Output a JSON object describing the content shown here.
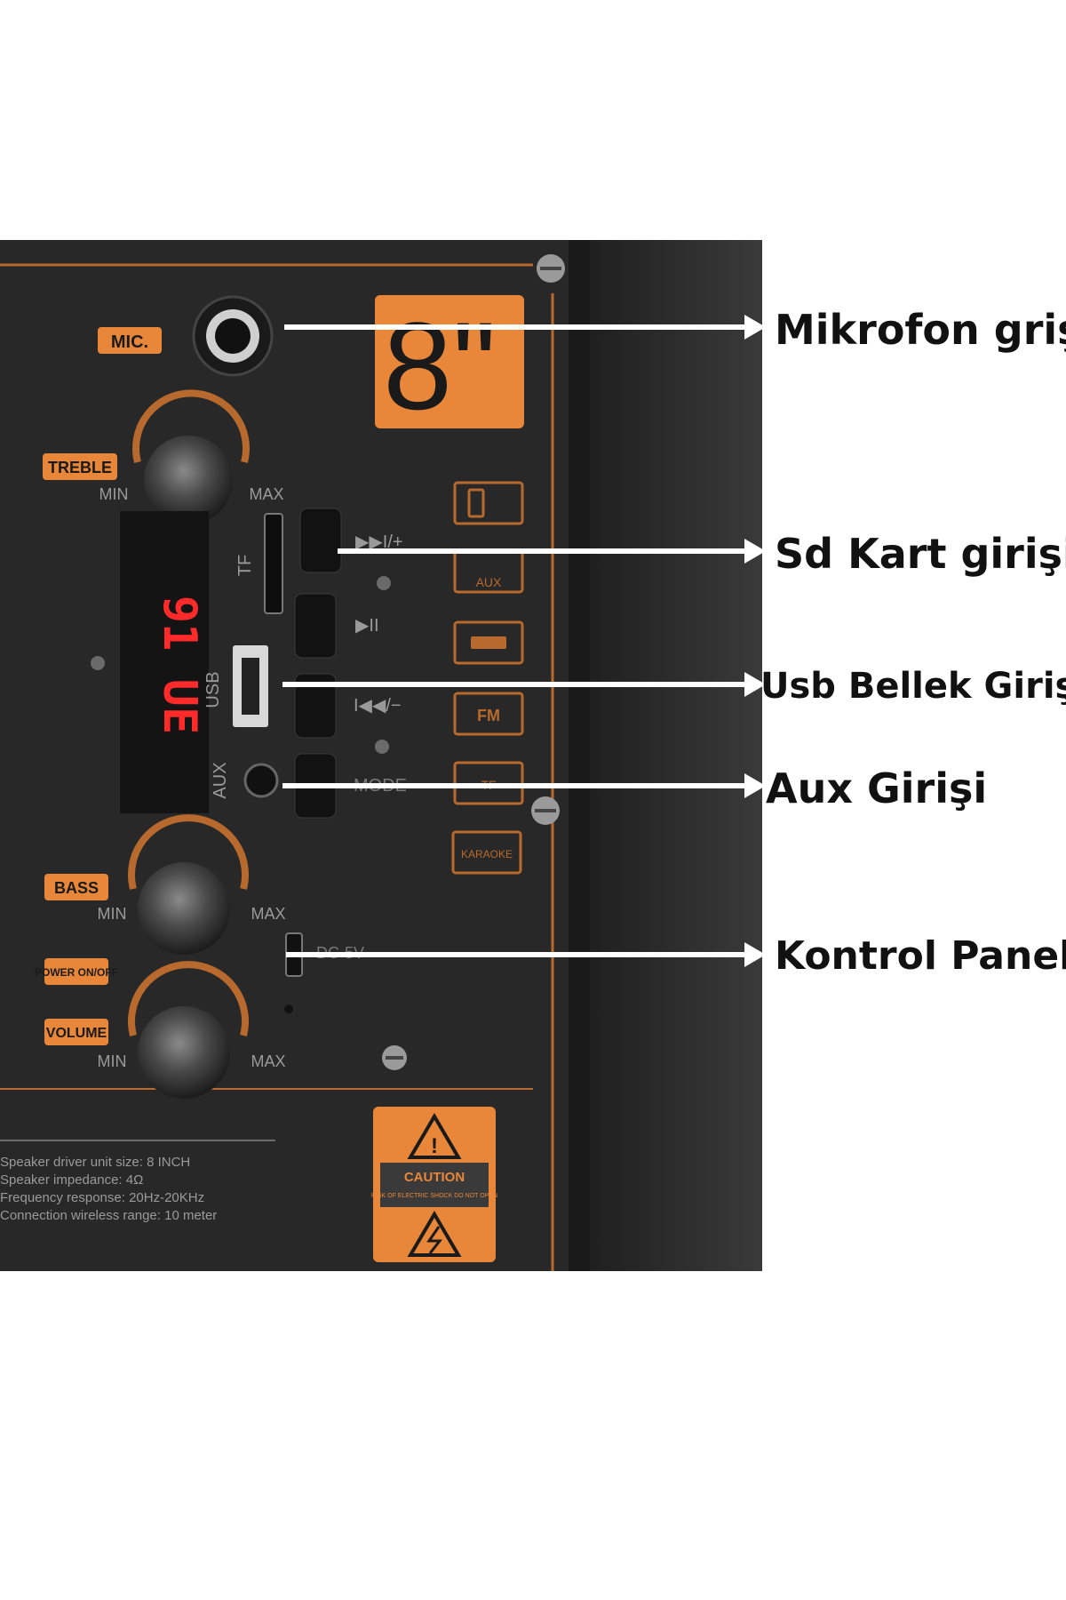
{
  "panel": {
    "size_badge": "8\"",
    "mic_label": "MIC.",
    "treble_label": "TREBLE",
    "bass_label": "BASS",
    "power_label": "POWER ON/OFF",
    "volume_label": "VOLUME",
    "min_label": "MIN",
    "max_label": "MAX",
    "tf_label": "TF",
    "usb_label": "USB",
    "aux_label": "AUX",
    "dc_label": "DC-5V",
    "display_text": "91 UE",
    "btn_next": "▶▶I/+",
    "btn_play": "▶II",
    "btn_prev": "I◀◀/−",
    "btn_mode": "MODE",
    "mode_icons": [
      "phone",
      "AUX",
      "usb",
      "FM",
      "TF",
      "KARAOKE"
    ],
    "caution_title": "CAUTION",
    "caution_sub": "RISK OF ELECTRIC SHOCK DO NOT OPEN",
    "specs": [
      "Speaker driver unit size: 8 INCH",
      "Speaker impedance: 4Ω",
      "Frequency response: 20Hz-20KHz",
      "Connection wireless range: 10 meter"
    ]
  },
  "callouts": {
    "mic": "Mikrofon grişi",
    "sd": "Sd Kart girişi",
    "usb": "Usb Bellek Girişi",
    "aux": "Aux Girişi",
    "control": "Kontrol Paneli"
  },
  "colors": {
    "panel": "#262626",
    "orange": "#e8873a",
    "led_red": "#ff2a2a",
    "arrow": "#ffffff"
  }
}
